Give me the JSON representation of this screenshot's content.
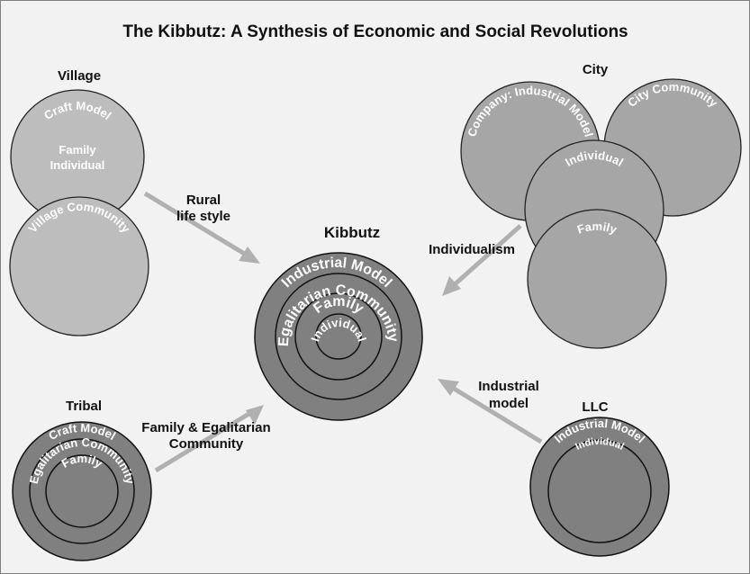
{
  "title": "The Kibbutz: A Synthesis of Economic and Social Revolutions",
  "village": {
    "label": "Village",
    "craft": "Craft Model",
    "family": "Family",
    "individual": "Individual",
    "community": "Village Community"
  },
  "city": {
    "label": "City",
    "company": "Company: Industrial Model",
    "community": "City Community",
    "individual": "Individual",
    "family": "Family"
  },
  "kibbutz": {
    "label": "Kibbutz",
    "rings": [
      "Industrial Model",
      "Egalitarian Community",
      "Family",
      "Individual"
    ]
  },
  "tribal": {
    "label": "Tribal",
    "rings": [
      "Craft Model",
      "Egalitarian Community",
      "Family"
    ]
  },
  "llc": {
    "label": "LLC",
    "rings": [
      "Industrial Model",
      "Individual"
    ]
  },
  "arrows": {
    "rural": [
      "Rural",
      "life style"
    ],
    "individualism": "Individualism",
    "industrial": [
      "Industrial",
      "model"
    ],
    "family": [
      "Family & Egalitarian",
      "Community"
    ]
  },
  "colors": {
    "background": "#f2f2f2",
    "light": "#bdbdbd",
    "mid": "#a6a6a6",
    "dark": "#808080",
    "arrow": "#b0b0b0"
  }
}
